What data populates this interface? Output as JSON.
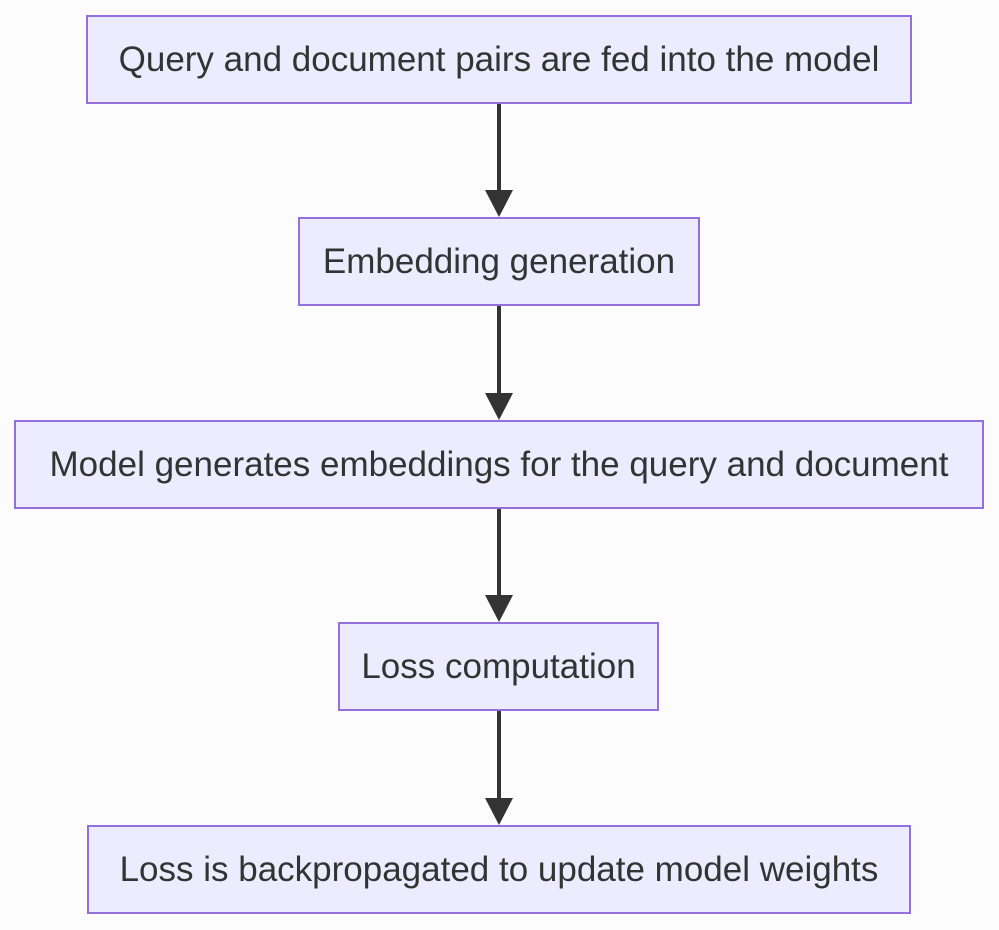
{
  "flowchart": {
    "steps": [
      {
        "label": "Query and document pairs are fed into the model"
      },
      {
        "label": "Embedding generation"
      },
      {
        "label": "Model generates embeddings for the query and document"
      },
      {
        "label": "Loss computation"
      },
      {
        "label": "Loss is backpropagated to update model weights"
      }
    ]
  },
  "colors": {
    "node_fill": "#ececfe",
    "node_border": "#9370db",
    "text": "#333333",
    "arrow": "#333333",
    "background": "#fdfcfd"
  }
}
